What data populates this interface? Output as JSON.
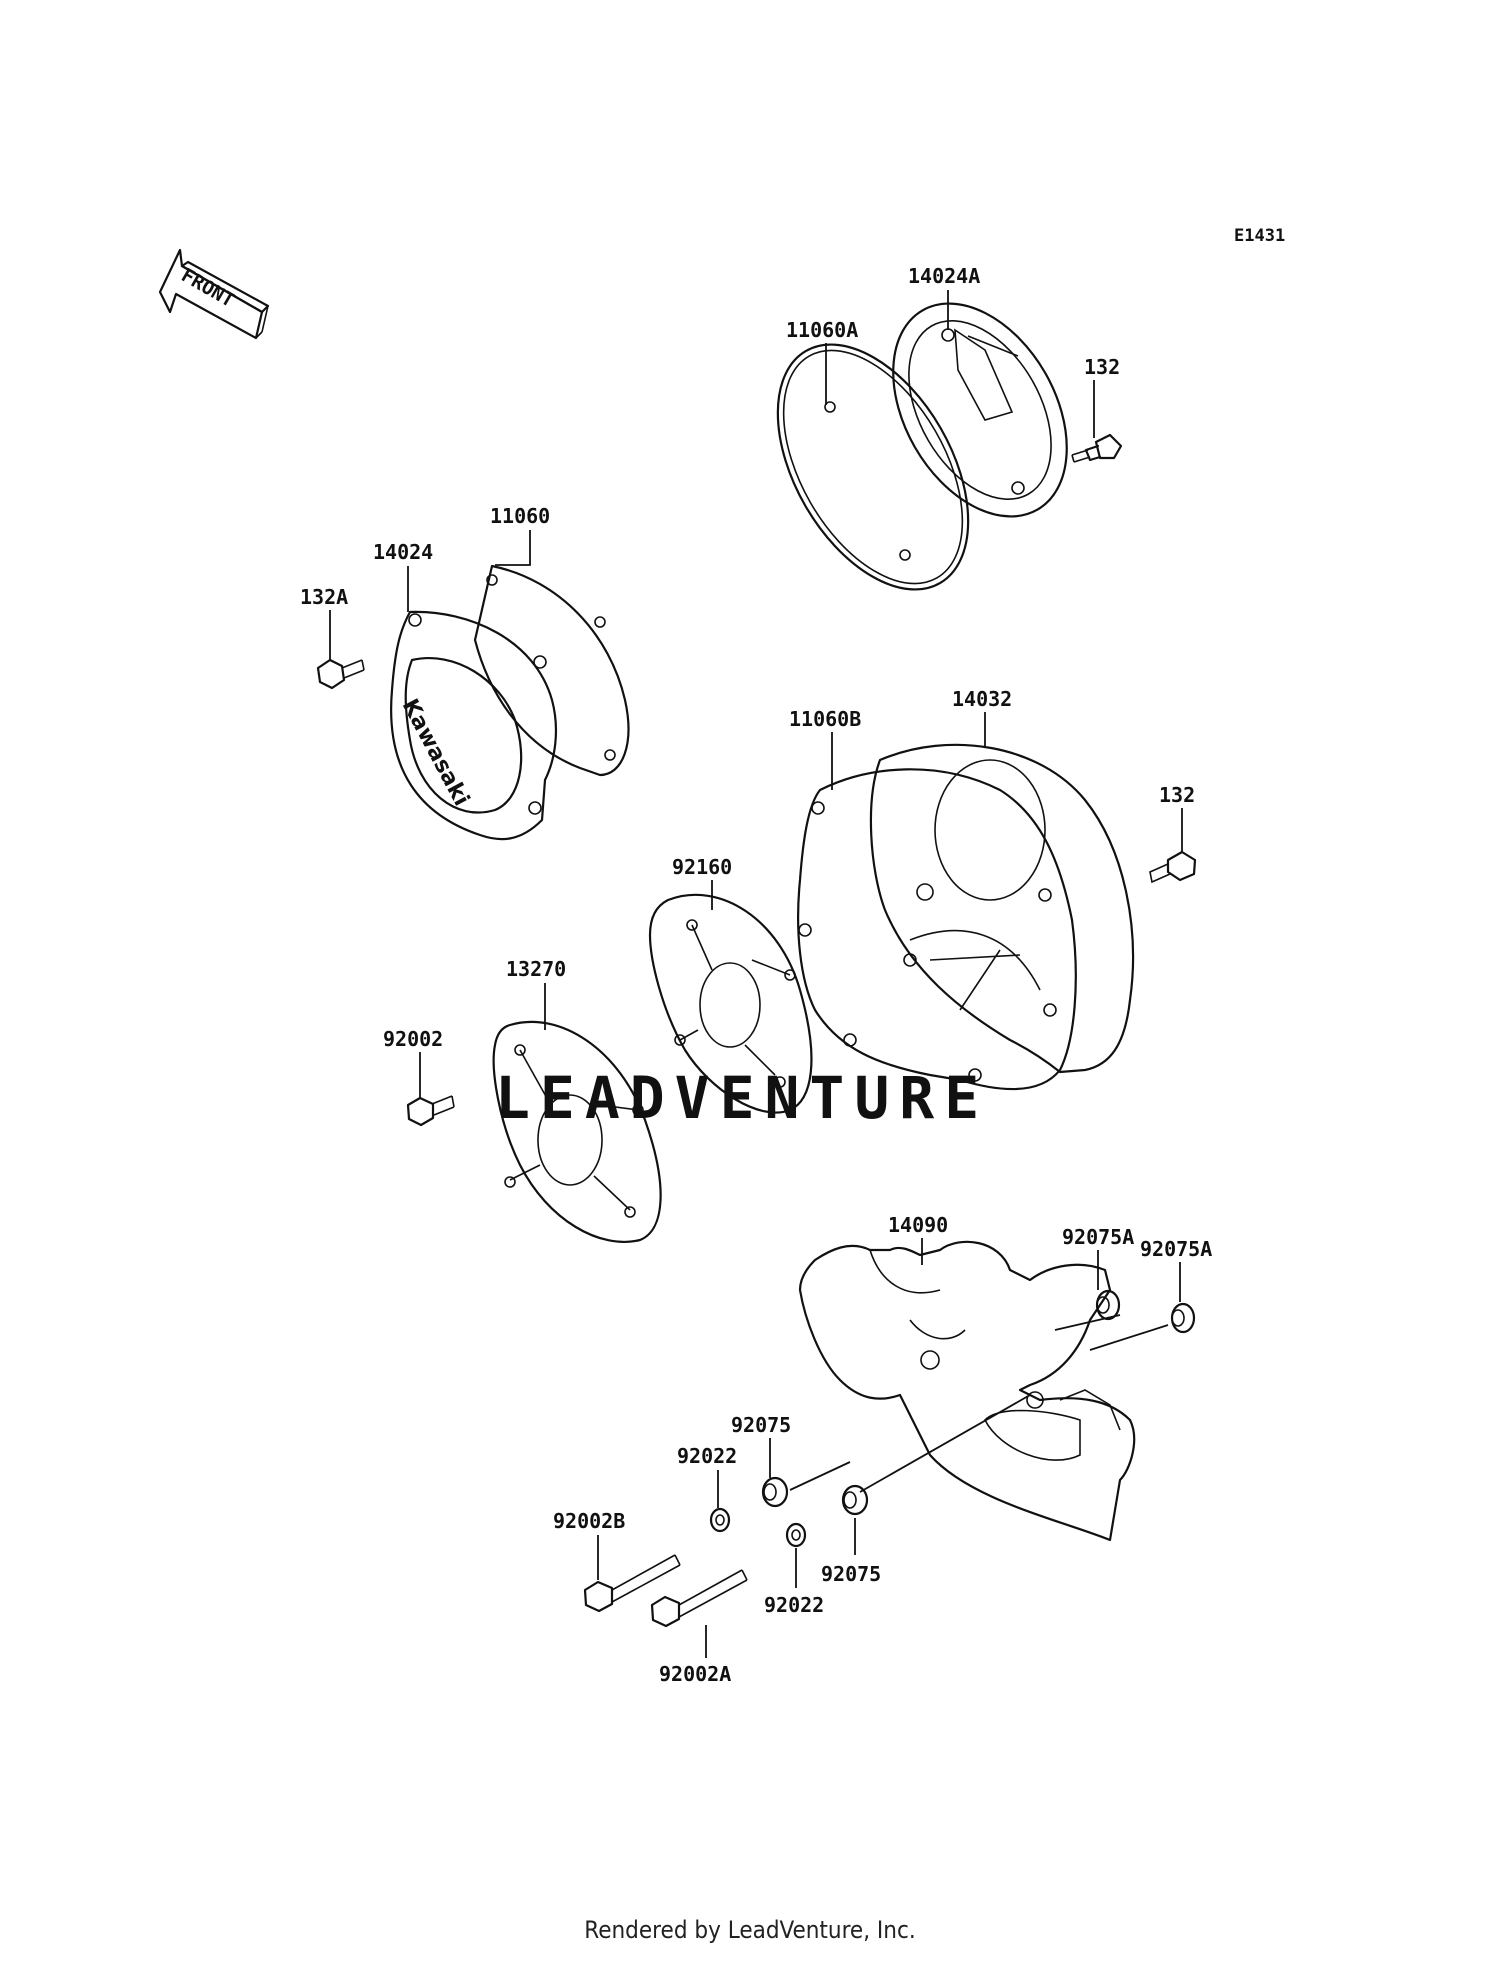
{
  "diagram_id": "E1431",
  "front_label": "FRONT",
  "brand_text": "Kawasaki",
  "watermark": "LEADVENTURE",
  "footer": "Rendered by LeadVenture, Inc.",
  "parts": [
    {
      "id": "11060A",
      "label": "11060A"
    },
    {
      "id": "14024A",
      "label": "14024A"
    },
    {
      "id": "132-top",
      "label": "132"
    },
    {
      "id": "11060",
      "label": "11060"
    },
    {
      "id": "14024",
      "label": "14024"
    },
    {
      "id": "132A",
      "label": "132A"
    },
    {
      "id": "14032",
      "label": "14032"
    },
    {
      "id": "11060B",
      "label": "11060B"
    },
    {
      "id": "132-mid",
      "label": "132"
    },
    {
      "id": "92160",
      "label": "92160"
    },
    {
      "id": "13270",
      "label": "13270"
    },
    {
      "id": "92002",
      "label": "92002"
    },
    {
      "id": "14090",
      "label": "14090"
    },
    {
      "id": "92075A-1",
      "label": "92075A"
    },
    {
      "id": "92075A-2",
      "label": "92075A"
    },
    {
      "id": "92075-1",
      "label": "92075"
    },
    {
      "id": "92022-1",
      "label": "92022"
    },
    {
      "id": "92002B",
      "label": "92002B"
    },
    {
      "id": "92075-2",
      "label": "92075"
    },
    {
      "id": "92022-2",
      "label": "92022"
    },
    {
      "id": "92002A",
      "label": "92002A"
    }
  ]
}
